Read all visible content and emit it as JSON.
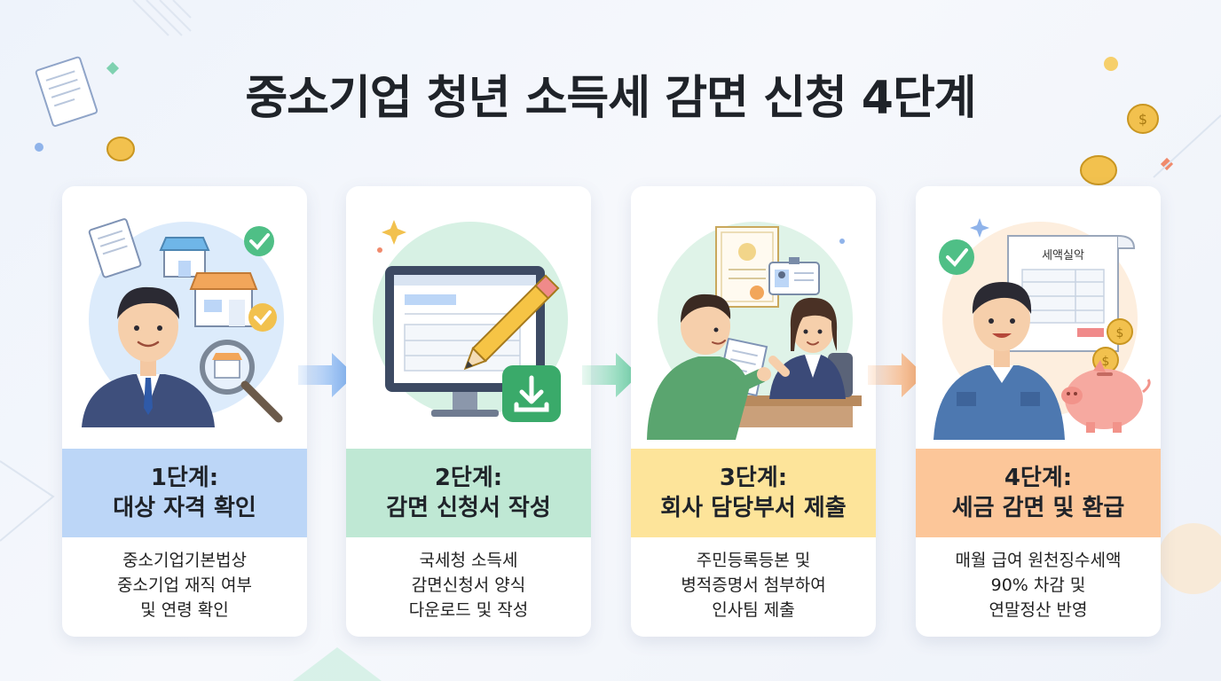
{
  "title": "중소기업 청년 소득세 감면 신청 4단계",
  "colors": {
    "step1": "#bcd6f7",
    "step2": "#bfe8d4",
    "step3": "#fde49a",
    "step4": "#fcc699",
    "arrow1": "#7aaef0",
    "arrow2": "#6fd1a6",
    "arrow3": "#f7a86b"
  },
  "steps": [
    {
      "step_label": "1단계:",
      "step_title": "대상 자격 확인",
      "desc": [
        "중소기업기본법상",
        "중소기업 재직 여부",
        "및 연령 확인"
      ],
      "icons": [
        "document-icon",
        "store-icon",
        "check-icon",
        "magnifier-icon",
        "person-icon"
      ]
    },
    {
      "step_label": "2단계:",
      "step_title": "감면 신청서 작성",
      "desc": [
        "국세청 소득세",
        "감면신청서 양식",
        "다운로드 및 작성"
      ],
      "icons": [
        "monitor-icon",
        "pencil-icon",
        "download-icon"
      ]
    },
    {
      "step_label": "3단계:",
      "step_title": "회사 담당부서 제출",
      "desc": [
        "주민등록등본 및",
        "병적증명서 첨부하여",
        "인사팀 제출"
      ],
      "icons": [
        "certificate-icon",
        "id-card-icon",
        "person-icon",
        "desk-icon"
      ]
    },
    {
      "step_label": "4단계:",
      "step_title": "세금 감면 및 환급",
      "desc": [
        "매월 급여 원천징수세액",
        "90% 차감 및",
        "연말정산 반영"
      ],
      "receipt_title": "세액실악",
      "icons": [
        "check-icon",
        "receipt-icon",
        "coin-icon",
        "piggy-bank-icon",
        "person-icon"
      ]
    }
  ]
}
